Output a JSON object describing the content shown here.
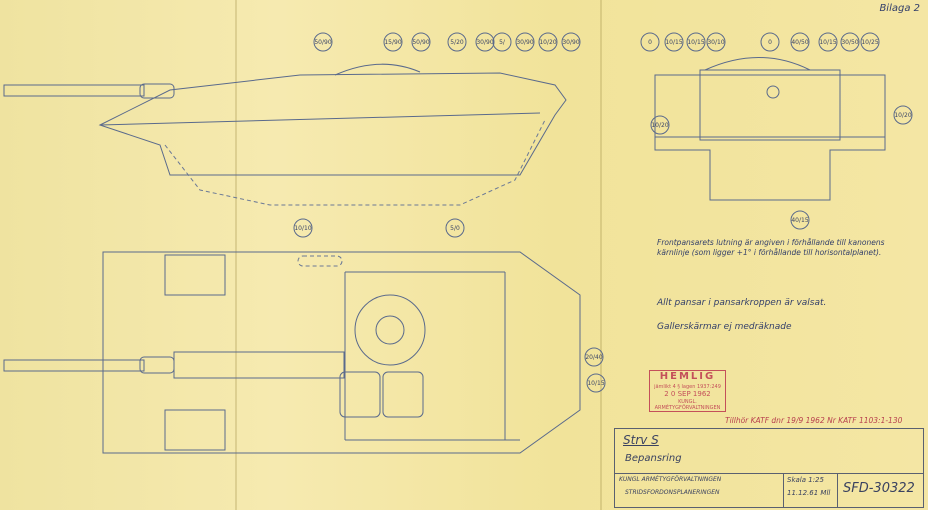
{
  "sheet_label": "Bilaga 2",
  "side_view_labels": [
    "50/90",
    "15/90",
    "50/90",
    "5/20",
    "30/90",
    "5/",
    "30/90",
    "10/20",
    "30/90"
  ],
  "front_view_labels": [
    "0",
    "10/15",
    "10/15",
    "30/10",
    "0",
    "40/50",
    "10/15",
    "30/50",
    "10/25",
    "10/20",
    "10/20",
    "40/15"
  ],
  "top_view_labels": [
    "10/10",
    "5/0",
    "20/40",
    "10/15"
  ],
  "notes": [
    "Frontpansarets lutning är angiven i förhållande till kanonens kärnlinje (som ligger +1° i förhållande till horisontalplanet).",
    "Allt pansar i pansarkroppen är valsat.",
    "Gallerskärmar ej medräknade"
  ],
  "stamp": {
    "title": "HEMLIG",
    "line1": "jämlikt 4 § lagen 1937:249",
    "date": "2 0 SEP 1962",
    "authority": "KUNGL. ARMÉTYGFÖRVALTNINGEN"
  },
  "registry_note": "Tillhör KATF dnr 19/9 1962 Nr KATF 1103:1-130",
  "title_block": {
    "name": "Strv S",
    "subject": "Bepansring",
    "org1": "KUNGL ARMÉTYGFÖRVALTNINGEN",
    "org2": "STRIDSFORDONSPLANERINGEN",
    "scale": "Skala 1:25",
    "date": "11.12.61",
    "sign": "Mll",
    "drawing_no": "SFD-30322"
  }
}
